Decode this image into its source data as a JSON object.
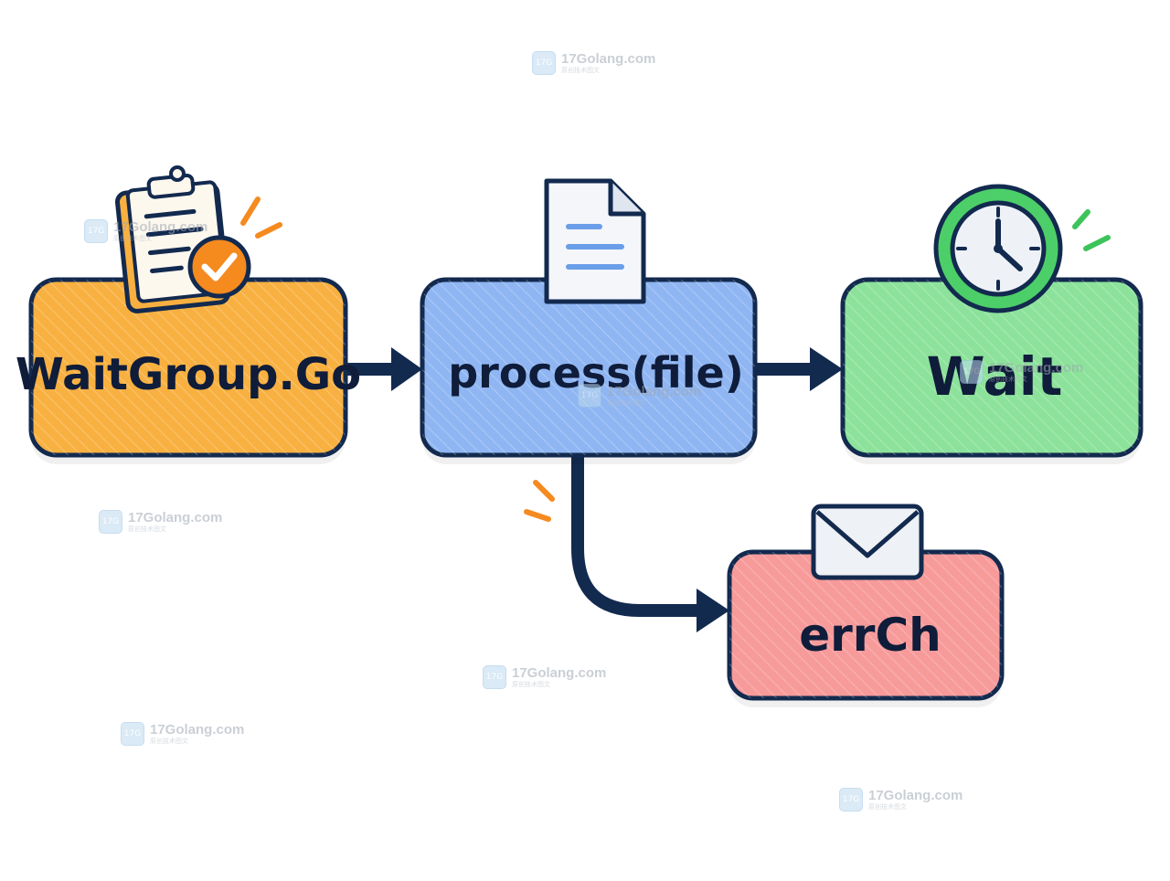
{
  "diagram": {
    "nodes": [
      {
        "id": "waitgroup-go",
        "label": "WaitGroup.Go",
        "fill": "#f8b040",
        "icon": "clipboard-check-icon"
      },
      {
        "id": "process-file",
        "label": "process(file)",
        "fill": "#8fb6f2",
        "icon": "document-icon"
      },
      {
        "id": "wait",
        "label": "Wait",
        "fill": "#8ce29a",
        "icon": "clock-icon"
      },
      {
        "id": "errch",
        "label": "errCh",
        "fill": "#f79a9a",
        "icon": "envelope-icon"
      }
    ],
    "edges": [
      {
        "from": "waitgroup-go",
        "to": "process-file"
      },
      {
        "from": "process-file",
        "to": "wait"
      },
      {
        "from": "process-file",
        "to": "errch"
      }
    ],
    "colors": {
      "outline": "#132a4f",
      "accent_orange": "#f58a1f",
      "accent_green": "#3cc45a"
    }
  },
  "watermark": {
    "site": "17Golang.com",
    "subtitle": "原创技术图文",
    "logo_text": "17G"
  }
}
